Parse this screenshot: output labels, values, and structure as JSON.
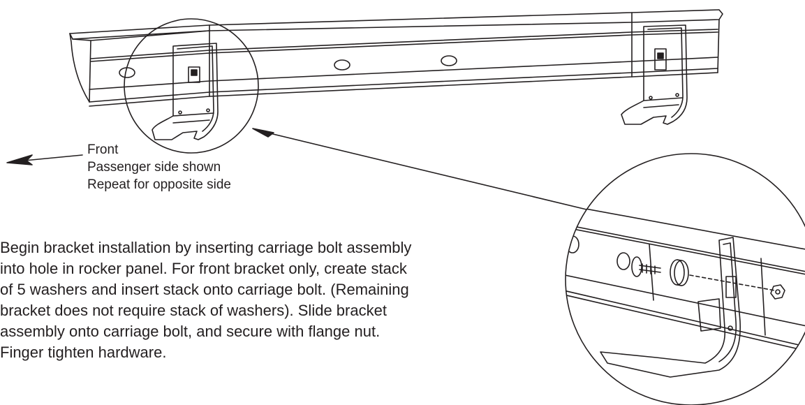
{
  "callout": {
    "front": "Front",
    "side_shown": "Passenger side shown",
    "repeat": "Repeat for opposite side"
  },
  "instructions": [
    "Begin bracket installation by inserting carriage bolt assembly",
    "into hole in rocker panel. For front bracket only, create stack",
    "of 5 washers and insert stack onto carriage bolt.  (Remaining",
    "bracket does not require stack of washers). Slide bracket",
    "assembly onto carriage bolt, and secure with flange nut.",
    "Finger tighten hardware."
  ],
  "colors": {
    "line": "#231f20",
    "background": "#ffffff"
  }
}
